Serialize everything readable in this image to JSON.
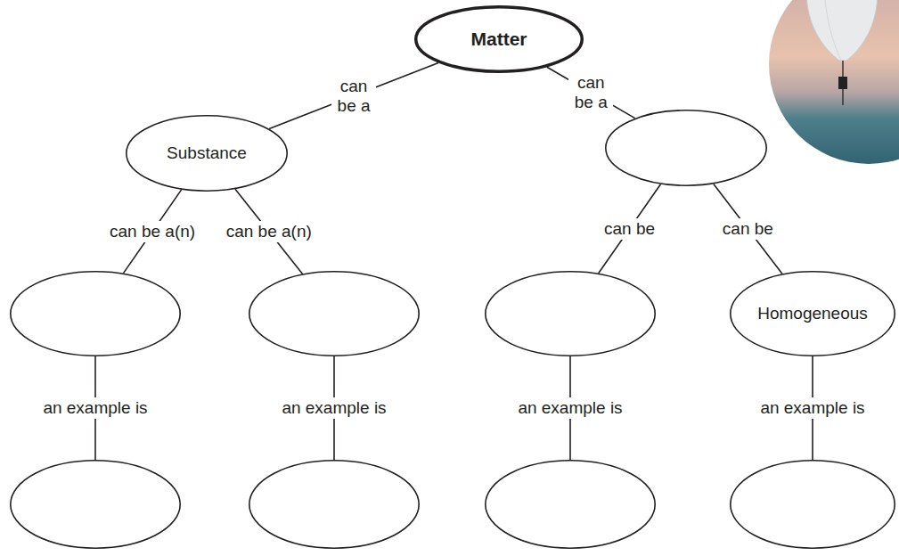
{
  "diagram": {
    "nodes": [
      {
        "text": [
          "Matter"
        ]
      },
      {
        "text": [
          "Substance"
        ]
      },
      {
        "text": []
      },
      {
        "text": []
      },
      {
        "text": []
      },
      {
        "text": []
      },
      {
        "text": [
          "Homogeneous"
        ]
      },
      {
        "text": []
      },
      {
        "text": []
      },
      {
        "text": []
      },
      {
        "text": []
      }
    ],
    "edges": [
      {
        "from": 0,
        "to": 1,
        "label": "can be a",
        "arrow": "none"
      },
      {
        "from": 0,
        "to": 2,
        "label": "can be a",
        "arrow": "none"
      },
      {
        "from": 1,
        "to": 3,
        "label": "can be a(n)",
        "arrow": "none"
      },
      {
        "from": 1,
        "to": 4,
        "label": "can be a(n)",
        "arrow": "none"
      },
      {
        "from": 2,
        "to": 5,
        "label": "can be",
        "arrow": "none"
      },
      {
        "from": 2,
        "to": 6,
        "label": "can be",
        "arrow": "none"
      },
      {
        "from": 3,
        "to": 7,
        "label": "an example is",
        "arrow": "none"
      },
      {
        "from": 4,
        "to": 8,
        "label": "an example is",
        "arrow": "none"
      },
      {
        "from": 5,
        "to": 9,
        "label": "an example is",
        "arrow": "none"
      },
      {
        "from": 6,
        "to": 10,
        "label": "an example is",
        "arrow": "none"
      }
    ]
  }
}
